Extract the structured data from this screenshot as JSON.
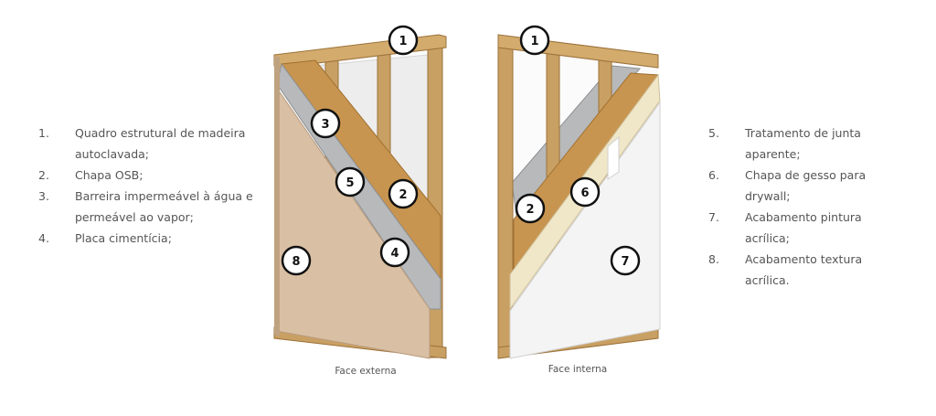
{
  "legend_left": [
    {
      "num": "1.",
      "text": "Quadro estrutural de madeira autoclavada;"
    },
    {
      "num": "2.",
      "text": "Chapa OSB;"
    },
    {
      "num": "3.",
      "text": "Barreira impermeável à água e permeável ao vapor;"
    },
    {
      "num": "4.",
      "text": "Placa cimentícia;"
    }
  ],
  "legend_right": [
    {
      "num": "5.",
      "text": "Tratamento de junta aparente;"
    },
    {
      "num": "6.",
      "text": "Chapa de gesso para drywall;"
    },
    {
      "num": "7.",
      "text": "Acabamento pintura acrílica;"
    },
    {
      "num": "8.",
      "text": "Acabamento textura acrílica."
    }
  ],
  "captions": {
    "external": "Face externa",
    "internal": "Face interna"
  },
  "markers_external": [
    "1",
    "3",
    "5",
    "2",
    "4",
    "8"
  ],
  "markers_internal": [
    "1",
    "2",
    "6",
    "7"
  ],
  "colors": {
    "wood": "#c9a063",
    "wood_dark": "#a87a3e",
    "osb": "#c89550",
    "cement_board": "#b7b9bb",
    "texture": "#d9bfa3",
    "drywall": "#f0e6c8",
    "paint": "#f5f5f5",
    "membrane": "#ebebeb"
  }
}
